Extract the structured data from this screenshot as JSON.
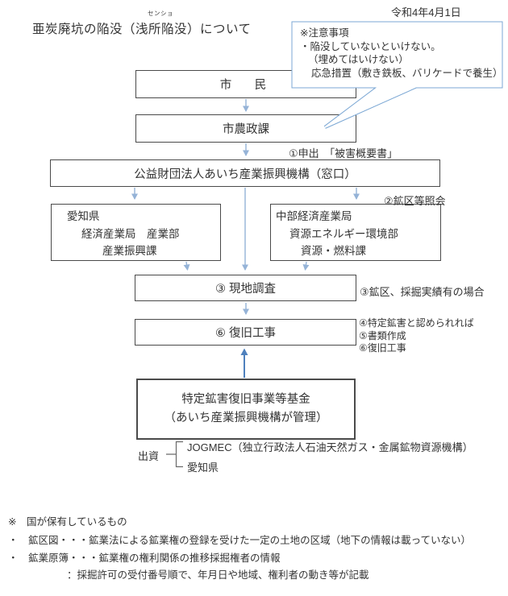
{
  "page": {
    "date": "令和4年4月1日",
    "title": "亜炭廃坑の陥没（浅所陥没）について",
    "title_ruby": "センショ"
  },
  "callout": {
    "line1": "※注意事項",
    "line2": "・陥没していないといけない。",
    "line3": "（埋めてはいけない）",
    "line4": "応急措置（敷き鉄板、バリケードで養生）"
  },
  "flow": {
    "citizen": "市　民",
    "city_dept": "市農政課",
    "org": "公益財団法人あいち産業振興機構（窓口）",
    "aichi": {
      "l1": "愛知県",
      "l2": "経済産業局　産業部",
      "l3": "産業振興課"
    },
    "chubu": {
      "l1": "中部経済産業局",
      "l2": "資源エネルギー環境部",
      "l3": "資源・燃料課"
    },
    "survey": "③ 現地調査",
    "repair": "⑥ 復旧工事",
    "fund": {
      "l1": "特定鉱害復旧事業等基金",
      "l2": "（あいち産業振興機構が管理）"
    }
  },
  "annotations": {
    "step1": "①申出　「被害概要書」",
    "step2": "②鉱区等照会",
    "step3": "③鉱区、採掘実績有の場合",
    "step4": "④特定鉱害と認められれば",
    "step5": "⑤書類作成",
    "step6": "⑥復旧工事"
  },
  "funding": {
    "label": "出資",
    "item1": "JOGMEC（独立行政法人石油天然ガス・金属鉱物資源機構）",
    "item2": "愛知県"
  },
  "notes": {
    "n1": "※　国が保有しているもの",
    "n2": "・　鉱区図・・・鉱業法による鉱業権の登録を受けた一定の土地の区域（地下の情報は載っていない）",
    "n3": "・　鉱業原簿・・・鉱業権の権利関係の推移採掘権者の情報",
    "n4": "：採掘許可の受付番号順で、年月日や地域、権利者の動き等が記載"
  },
  "colors": {
    "arrow_light": "#95b3d7",
    "arrow_dark": "#4f81bd",
    "callout_border": "#7ba7d4",
    "box_border": "#4a4a4a",
    "text": "#333333"
  }
}
